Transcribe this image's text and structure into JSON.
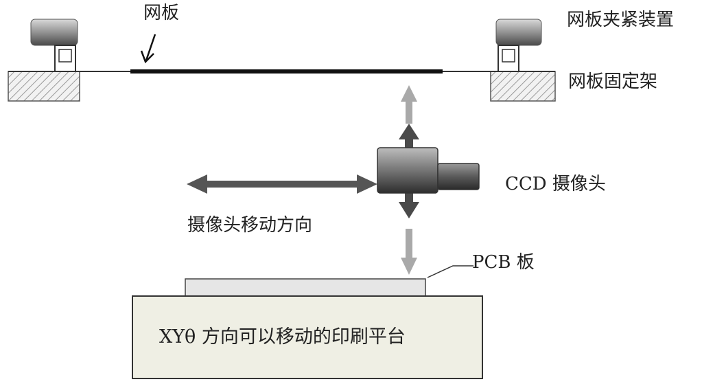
{
  "labels": {
    "screen": "网板",
    "screen_clamp": "网板夹紧装置",
    "screen_frame": "网板固定架",
    "ccd_camera": "CCD 摄像头",
    "camera_direction": "摄像头移动方向",
    "pcb_board": "PCB 板",
    "platform": "XYθ 方向可以移动的印刷平台"
  }
}
